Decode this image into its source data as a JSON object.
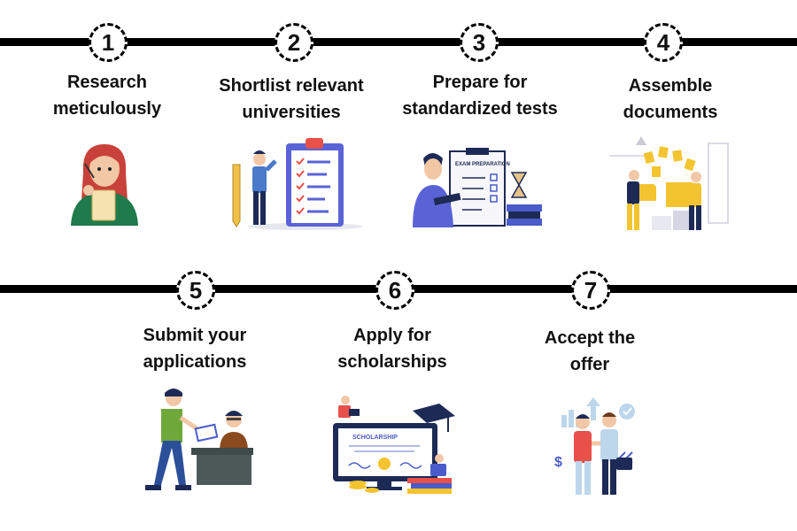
{
  "colors": {
    "line": "#000000",
    "badge_fill": "#ffffff",
    "accent_red": "#e8504a",
    "accent_blue": "#4a5cc9",
    "accent_yellow": "#f4c430",
    "accent_green": "#2e8b57"
  },
  "steps": [
    {
      "number": "1",
      "lines": [
        "Research",
        "meticulously"
      ],
      "icon": "researcher-icon"
    },
    {
      "number": "2",
      "lines": [
        "Shortlist relevant",
        "universities"
      ],
      "icon": "checklist-icon"
    },
    {
      "number": "3",
      "lines": [
        "Prepare for",
        "standardized tests"
      ],
      "icon": "exam-preparation-icon"
    },
    {
      "number": "4",
      "lines": [
        "Assemble",
        "documents"
      ],
      "icon": "documents-icon"
    },
    {
      "number": "5",
      "lines": [
        "Submit your",
        "applications"
      ],
      "icon": "submit-application-icon"
    },
    {
      "number": "6",
      "lines": [
        "Apply for",
        "scholarships"
      ],
      "icon": "scholarship-icon"
    },
    {
      "number": "7",
      "lines": [
        "Accept the",
        "offer"
      ],
      "icon": "handshake-offer-icon"
    }
  ],
  "illustration_text": {
    "exam": "EXAM PREPARATION",
    "scholarship": "SCHOLARSHIP"
  }
}
